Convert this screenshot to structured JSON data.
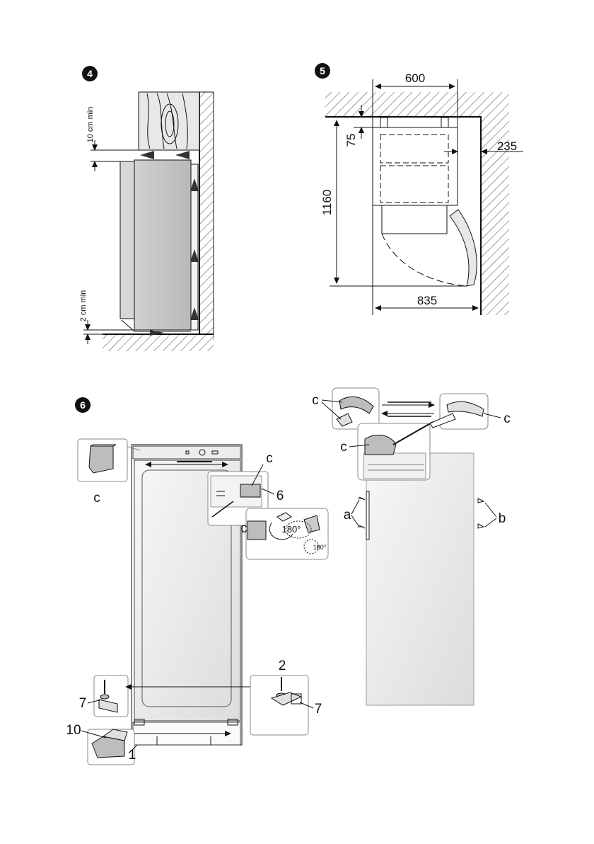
{
  "figures": {
    "fig4": {
      "step": "4",
      "top_gap_label": "10 cm min",
      "bottom_gap_label": "2 cm min"
    },
    "fig5": {
      "step": "5",
      "width": "600",
      "top_clearance": "75",
      "side_clearance": "235",
      "height": "1160",
      "depth_open": "835"
    },
    "fig6": {
      "step": "6",
      "part_labels": {
        "c": "c",
        "a": "a",
        "b": "b",
        "n1": "1",
        "n2": "2",
        "n6": "6",
        "n7": "7",
        "n10": "10"
      },
      "rotate_label": "180°",
      "rotate_label_small": "180°"
    }
  },
  "colors": {
    "appliance_gray": "#c8c8c8",
    "panel_gradient_light": "#f6f6f6",
    "panel_gradient_dark": "#dedede",
    "line": "#111111"
  }
}
